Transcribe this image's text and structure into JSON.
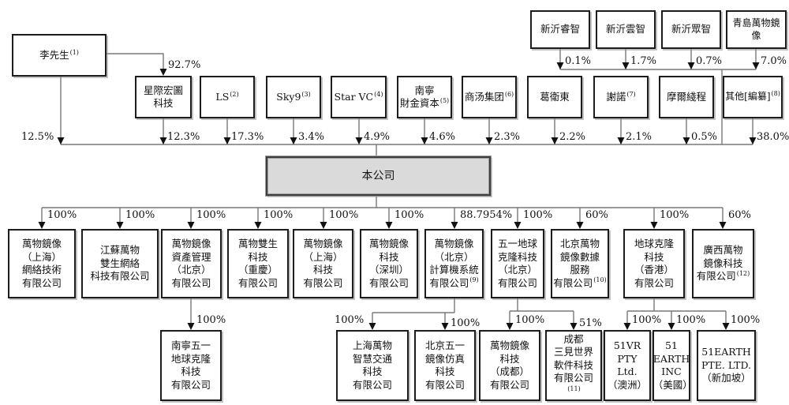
{
  "nodes": {
    "lee": {
      "label": "李先生",
      "sup": "(1)"
    },
    "xy1": {
      "label": "新沂睿智"
    },
    "xy2": {
      "label": "新沂雲智"
    },
    "xy3": {
      "label": "新沂眾智"
    },
    "qingdao": {
      "label": "青島萬物鏡像"
    },
    "xingji": {
      "label": "星際宏圖\n科技"
    },
    "ls": {
      "label": "LS",
      "sup": "(2)"
    },
    "sky9": {
      "label": "Sky9",
      "sup": "(3)"
    },
    "starvc": {
      "label": "Star VC",
      "sup": "(4)"
    },
    "nanning": {
      "label": "南寧\n財金資本",
      "sup": "(5)"
    },
    "shangtang": {
      "label": "商汤集团",
      "sup": "(6)"
    },
    "ge": {
      "label": "葛衛東"
    },
    "xie": {
      "label": "謝諾",
      "sup": "(7)"
    },
    "moer": {
      "label": "摩爾綫程"
    },
    "qita": {
      "label": "其他[編纂]",
      "sup": "(8)"
    },
    "company": {
      "label": "本公司"
    },
    "sub1": {
      "label": "萬物鏡像\n（上海）\n網絡技術\n有限公司"
    },
    "sub2": {
      "label": "江蘇萬物\n雙生網絡\n科技有限公司"
    },
    "sub3": {
      "label": "萬物鏡像\n資產管理\n（北京）\n有限公司"
    },
    "sub4": {
      "label": "萬物雙生\n科技\n（重慶）\n有限公司"
    },
    "sub5": {
      "label": "萬物鏡像\n（上海）\n科技\n有限公司"
    },
    "sub6": {
      "label": "萬物鏡像\n科技\n（深圳）\n有限公司"
    },
    "sub7": {
      "label": "萬物鏡像\n（北京）\n計算機系統\n有限公司",
      "sup": "(9)"
    },
    "sub8": {
      "label": "五一地球\n克隆科技\n（北京）\n有限公司"
    },
    "sub9": {
      "label": "北京萬物\n鏡像數據\n服務\n有限公司",
      "sup": "(10)"
    },
    "sub10": {
      "label": "地球克隆\n科技\n（香港）\n有限公司"
    },
    "sub11": {
      "label": "廣西萬物\n鏡像科技\n有限公司",
      "sup": "(12)"
    },
    "g1": {
      "label": "南寧五一\n地球克隆\n科技\n有限公司"
    },
    "g2": {
      "label": "上海萬物\n智慧交通\n科技\n有限公司"
    },
    "g3": {
      "label": "北京五一\n鏡像仿真\n科技\n有限公司"
    },
    "g4": {
      "label": "萬物鏡像\n科技\n（成都）\n有限公司"
    },
    "g5": {
      "label": "成都\n三見世界\n軟件科技\n有限公司",
      "sup": "(11)"
    },
    "g6": {
      "label": "51VR\nPTY Ltd.\n（澳洲）"
    },
    "g7": {
      "label": "51\nEARTH\nINC\n（美國）"
    },
    "g8": {
      "label": "51EARTH\nPTE. LTD.\n（新加坡）"
    }
  },
  "percents": {
    "lee_star": "92.7%",
    "lee": "12.5%",
    "xingji": "12.3%",
    "ls": "17.3%",
    "sky9": "3.4%",
    "starvc": "4.9%",
    "nanning": "4.6%",
    "shangtang": "2.3%",
    "ge": "2.2%",
    "xie": "2.1%",
    "moer": "0.5%",
    "qita": "38.0%",
    "xy1": "0.1%",
    "xy2": "1.7%",
    "xy3": "0.7%",
    "qingdao": "7.0%",
    "sub1": "100%",
    "sub2": "100%",
    "sub3": "100%",
    "sub4": "100%",
    "sub5": "100%",
    "sub6": "100%",
    "sub7": "88.7954%",
    "sub8": "100%",
    "sub9": "60%",
    "sub10": "100%",
    "sub11": "60%",
    "g1": "100%",
    "g2": "100%",
    "g3": "100%",
    "g4": "100%",
    "g5": "51%",
    "g6": "100%",
    "g7": "100%",
    "g8": "100%"
  }
}
